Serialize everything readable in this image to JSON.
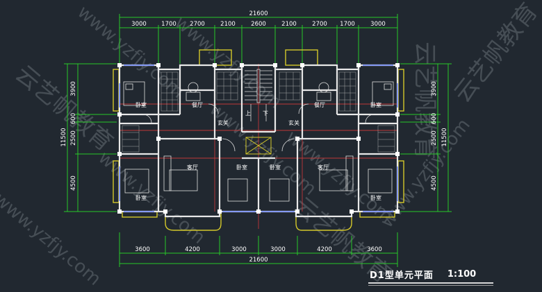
{
  "drawing": {
    "title": "D1型单元平面",
    "scale": "1:100",
    "watermark_text": "www.yzfjy.com",
    "watermark_brand": "云艺帆教育"
  },
  "dimensions": {
    "top_total": "21600",
    "top_segments": [
      "3000",
      "1700",
      "2700",
      "2100",
      "2600",
      "2100",
      "2700",
      "1700",
      "3000"
    ],
    "bottom_total": "21600",
    "bottom_segments": [
      "3600",
      "4200",
      "3000",
      "3000",
      "4200",
      "3600"
    ],
    "left_total": "11500",
    "left_segments": [
      "3900",
      "600",
      "2500",
      "4500"
    ],
    "right_total": "11500",
    "right_segments": [
      "3900",
      "600",
      "2500",
      "4500"
    ]
  },
  "rooms": {
    "bedroom": "卧室",
    "dining": "餐厅",
    "entry": "玄关",
    "living": "客厅",
    "stair_up": "上",
    "stair_down": "下"
  },
  "colors": {
    "background": "#212830",
    "dimension": "#28c828",
    "wall": "#e8e8e8",
    "balcony": "#d4c82a",
    "axis": "#d23a3a",
    "glass": "#4a6cff",
    "furniture": "#e0e0e0",
    "watermark": "#8c949c"
  }
}
